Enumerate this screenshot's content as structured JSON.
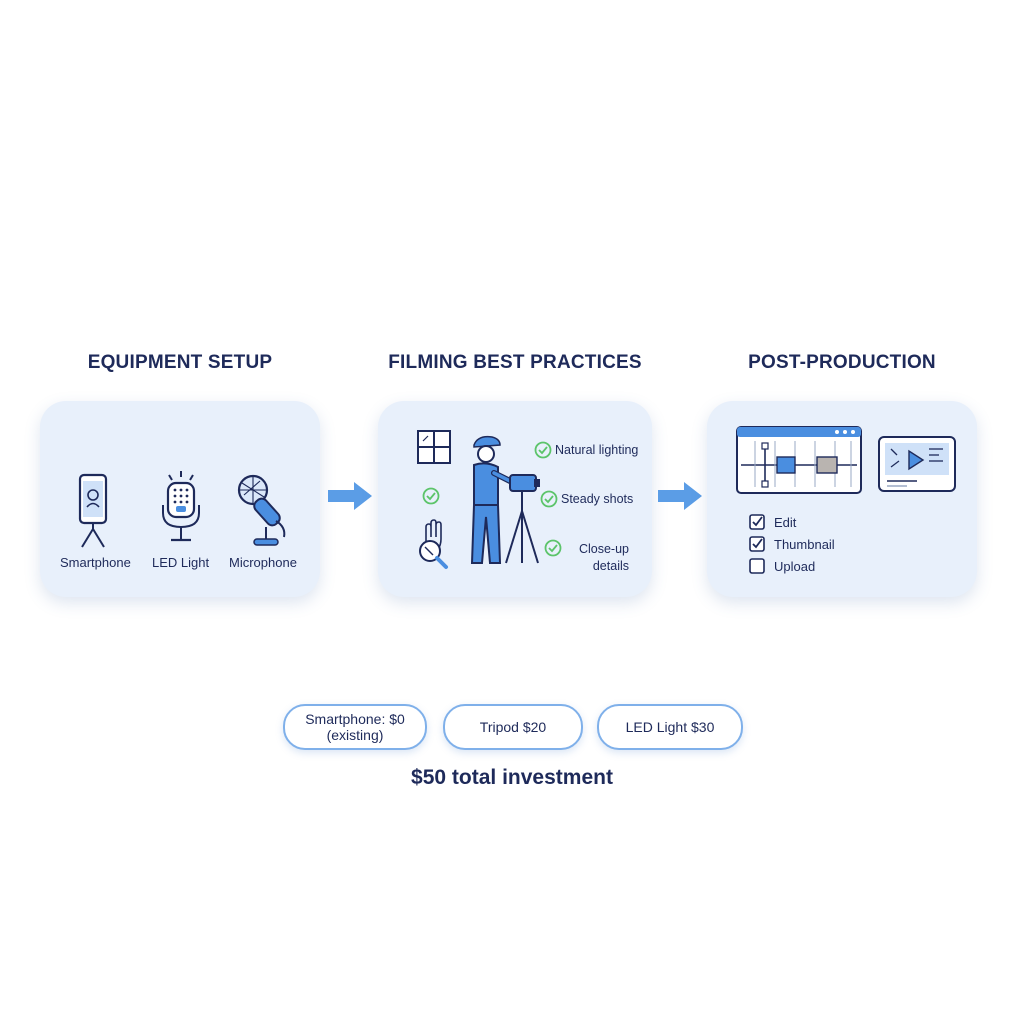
{
  "sections": [
    {
      "title": "EQUIPMENT SETUP",
      "items": [
        "Smartphone",
        "LED Light",
        "Microphone"
      ]
    },
    {
      "title": "FILMING BEST PRACTICES",
      "tips": [
        "Natural lighting",
        "Steady shots",
        "Close-up details"
      ]
    },
    {
      "title": "POST-PRODUCTION",
      "checklist": [
        {
          "label": "Edit",
          "checked": true
        },
        {
          "label": "Thumbnail",
          "checked": true
        },
        {
          "label": "Upload",
          "checked": false
        }
      ]
    }
  ],
  "costs": [
    {
      "line1": "Smartphone: $0",
      "line2": "(existing)"
    },
    {
      "line1": "Tripod $20"
    },
    {
      "line1": "LED Light $30"
    }
  ],
  "total": "$50 total investment",
  "colors": {
    "accent": "#4a8ee0",
    "navy": "#1e2a5a",
    "panel": "#e8f0fb",
    "check": "#5cc46a"
  }
}
